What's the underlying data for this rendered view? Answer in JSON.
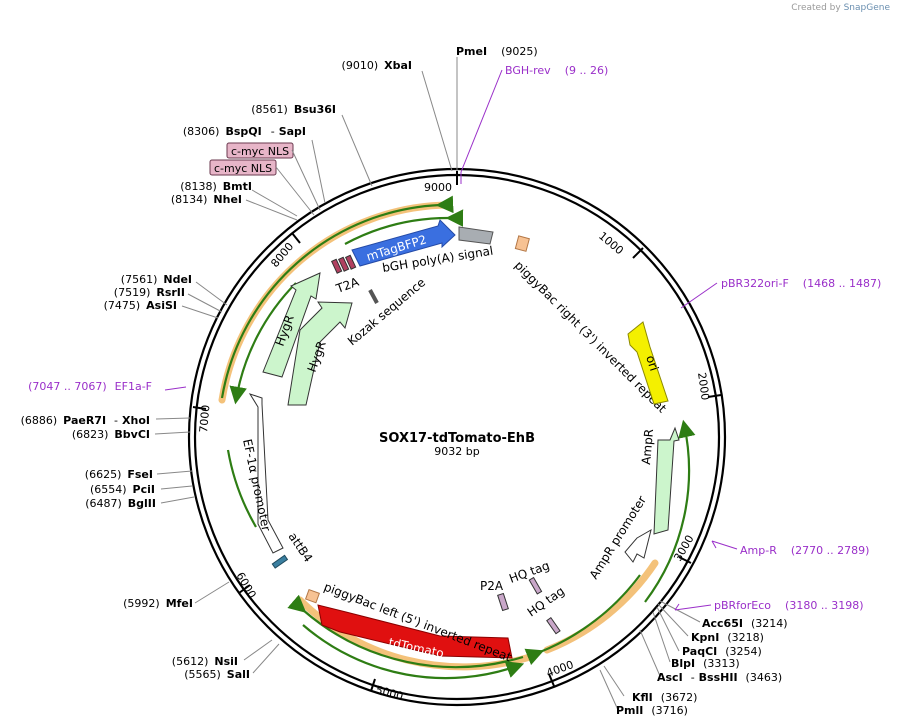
{
  "brand": {
    "created_by": "Created by",
    "app": "SnapGene"
  },
  "plasmid": {
    "name": "SOX17-tdTomato-EhB",
    "size": "9032 bp"
  },
  "ticks": [
    "1000",
    "2000",
    "3000",
    "4000",
    "5000",
    "6000",
    "7000",
    "8000",
    "9000"
  ],
  "features": {
    "mTagBFP2": "mTagBFP2",
    "bGH": "bGH poly(A) signal",
    "piggyBac_right": "piggyBac right (3') inverted repeat",
    "ori": "ori",
    "AmpR": "AmpR",
    "AmpR_promoter": "AmpR promoter",
    "HQ_tag_1": "HQ tag",
    "HQ_tag_2": "HQ tag",
    "P2A": "P2A",
    "tdTomato": "tdTomato",
    "piggyBac_left": "piggyBac left (5') inverted repeat",
    "attB4": "attB4",
    "EF1a_promoter": "EF-1α promoter",
    "HygR_outer": "HygR",
    "HygR_inner": "HygR",
    "Kozak": "Kozak sequence",
    "T2A": "T2A",
    "cmyc_1": "c-myc NLS",
    "cmyc_2": "c-myc NLS"
  },
  "enzymes": {
    "XbaI": {
      "name": "XbaI",
      "pos": "(9010)"
    },
    "PmeI": {
      "name": "PmeI",
      "pos": "(9025)"
    },
    "Bsu36I": {
      "name": "Bsu36I",
      "pos": "(8561)"
    },
    "BspQI": {
      "name": "BspQI",
      "sep": "-",
      "name2": "SapI",
      "pos": "(8306)"
    },
    "BmtI": {
      "name": "BmtI",
      "pos": "(8138)"
    },
    "NheI": {
      "name": "NheI",
      "pos": "(8134)"
    },
    "NdeI": {
      "name": "NdeI",
      "pos": "(7561)"
    },
    "RsrII": {
      "name": "RsrII",
      "pos": "(7519)"
    },
    "AsiSI": {
      "name": "AsiSI",
      "pos": "(7475)"
    },
    "PaeR7I": {
      "name": "PaeR7I",
      "sep": "-",
      "name2": "XhoI",
      "pos": "(6886)"
    },
    "BbvCI": {
      "name": "BbvCI",
      "pos": "(6823)"
    },
    "FseI": {
      "name": "FseI",
      "pos": "(6625)"
    },
    "PciI": {
      "name": "PciI",
      "pos": "(6554)"
    },
    "BglII": {
      "name": "BglII",
      "pos": "(6487)"
    },
    "MfeI": {
      "name": "MfeI",
      "pos": "(5992)"
    },
    "NsiI": {
      "name": "NsiI",
      "pos": "(5612)"
    },
    "SalI": {
      "name": "SalI",
      "pos": "(5565)"
    },
    "Acc65I": {
      "name": "Acc65I",
      "pos": "(3214)"
    },
    "KpnI": {
      "name": "KpnI",
      "pos": "(3218)"
    },
    "PaqCI": {
      "name": "PaqCI",
      "pos": "(3254)"
    },
    "BlpI": {
      "name": "BlpI",
      "pos": "(3313)"
    },
    "AscI": {
      "name": "AscI",
      "sep": "-",
      "name2": "BssHII",
      "pos": "(3463)"
    },
    "KflI": {
      "name": "KflI",
      "pos": "(3672)"
    },
    "PmlI": {
      "name": "PmlI",
      "pos": "(3716)"
    }
  },
  "primers": {
    "BGH_rev": {
      "name": "BGH-rev",
      "range": "(9 .. 26)"
    },
    "pBR322ori_F": {
      "name": "pBR322ori-F",
      "range": "(1468 .. 1487)"
    },
    "EF1a_F": {
      "name": "EF1a-F",
      "range": "(7047 .. 7067)"
    },
    "Amp_R": {
      "name": "Amp-R",
      "range": "(2770 .. 2789)"
    },
    "pBRforEco": {
      "name": "pBRforEco",
      "range": "(3180 .. 3198)"
    }
  },
  "colors": {
    "mTagBFP2": "#3a6fe0",
    "tdTomato": "#e01010",
    "ori": "#f4f000",
    "HygR": "#ccf5cc",
    "orf_arrow": "#3c8a1c",
    "orf_glow": "#f2b763",
    "primer": "#9a2fc9",
    "cmyc_fill": "#e7b5c8"
  }
}
